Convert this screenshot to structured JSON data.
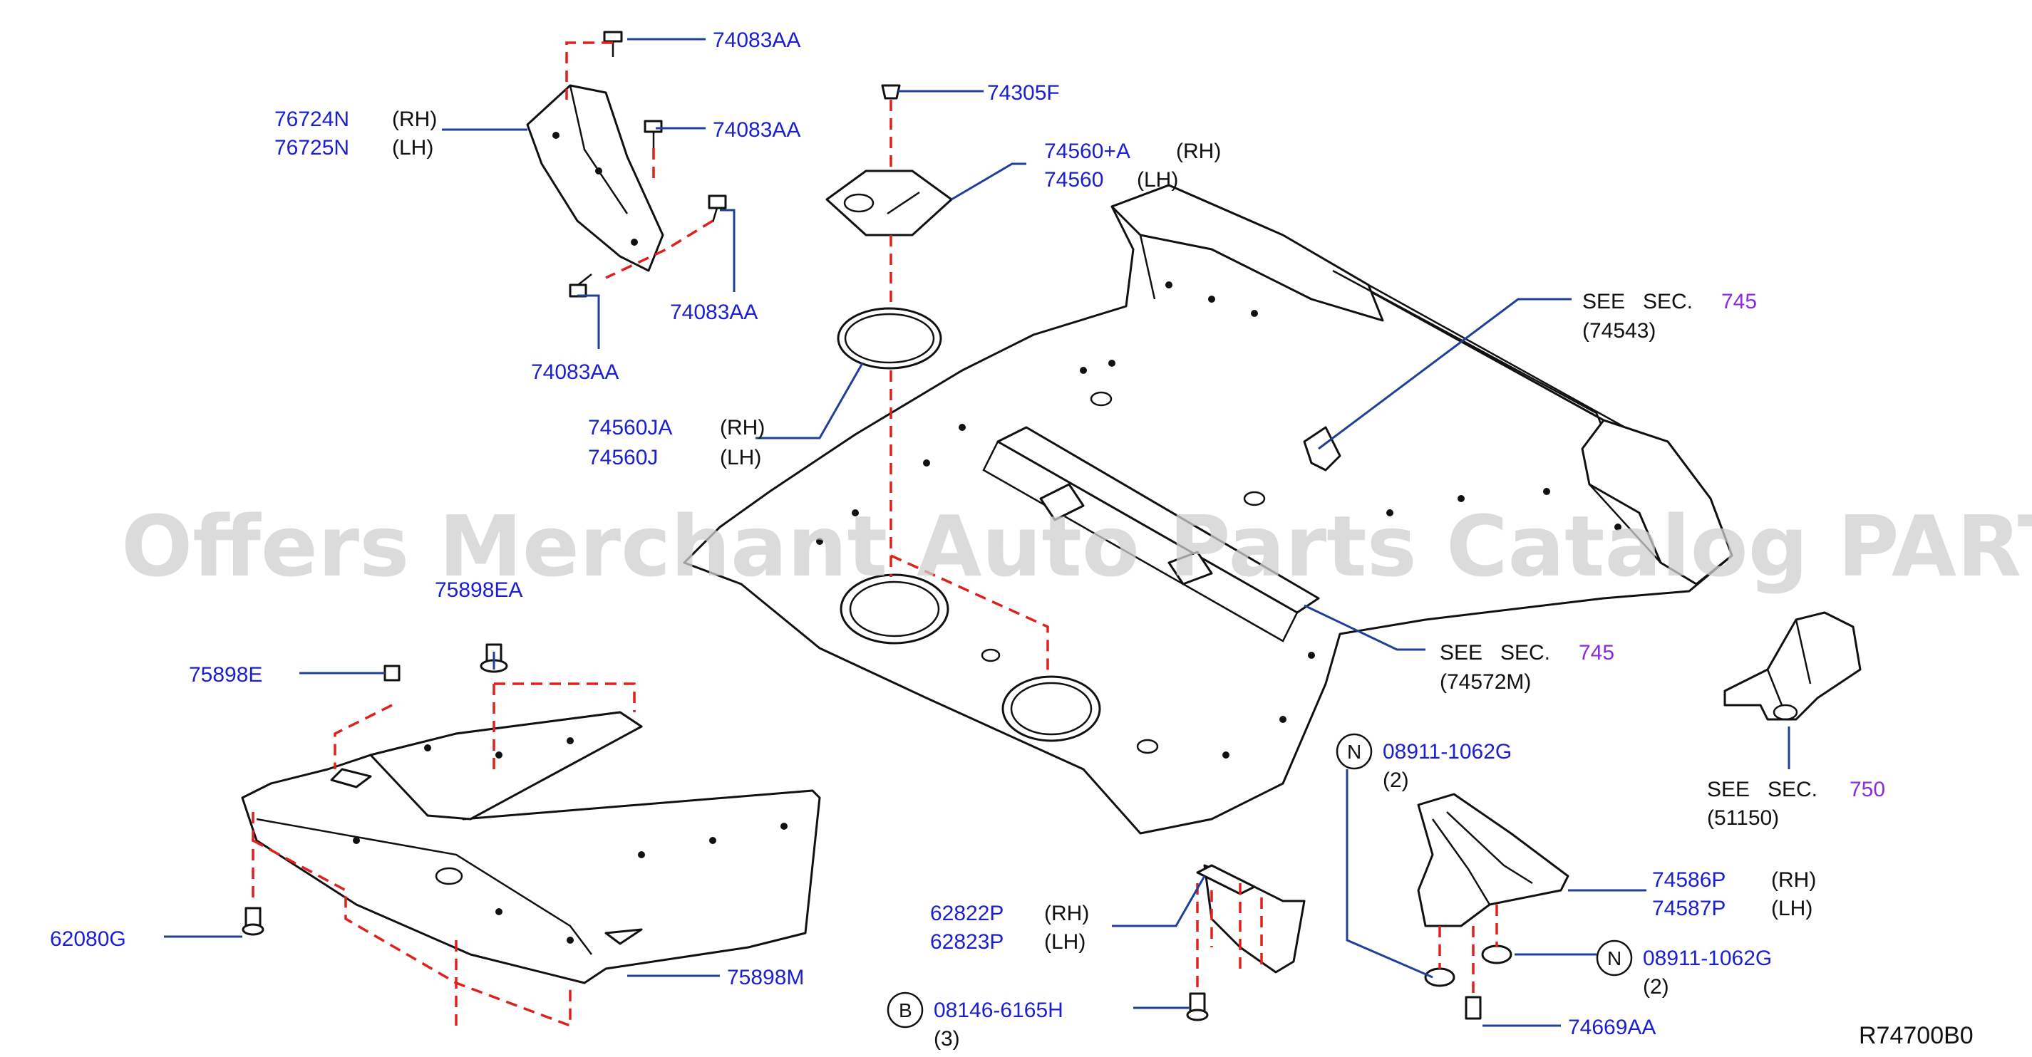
{
  "watermark": "Offers Merchant Auto Parts Catalog PARTSTORE.SA",
  "diagram_ref": "R74700B0",
  "labels": {
    "p74083aa_top": "74083AA",
    "p74083aa_mid": "74083AA",
    "p74083aa_right": "74083AA",
    "p74083aa_left": "74083AA",
    "p76724n": "76724N",
    "p76724n_side": "(RH)",
    "p76725n": "76725N",
    "p76725n_side": "(LH)",
    "p74305f": "74305F",
    "p74560a": "74560+A",
    "p74560a_side": "(RH)",
    "p74560": "74560",
    "p74560_side": "(LH)",
    "p74560ja": "74560JA",
    "p74560ja_side": "(RH)",
    "p74560j": "74560J",
    "p74560j_side": "(LH)",
    "see_sec_1": "SEE",
    "see_sec_1b": "SEC.",
    "see_sec_1_num": "745",
    "see_sec_1_ref": "(74543)",
    "see_sec_2": "SEE",
    "see_sec_2b": "SEC.",
    "see_sec_2_num": "745",
    "see_sec_2_ref": "(74572M)",
    "see_sec_3": "SEE",
    "see_sec_3b": "SEC.",
    "see_sec_3_num": "750",
    "see_sec_3_ref": "(51150)",
    "p75898ea": "75898EA",
    "p75898e": "75898E",
    "p62080g": "62080G",
    "p75898m": "75898M",
    "p62822p": "62822P",
    "p62822p_side": "(RH)",
    "p62823p": "62823P",
    "p62823p_side": "(LH)",
    "b_badge": "B",
    "p08146": "08146-6165H",
    "p08146_qty": "(3)",
    "n_badge_1": "N",
    "p08911_1": "08911-1062G",
    "p08911_1_qty": "(2)",
    "n_badge_2": "N",
    "p08911_2": "08911-1062G",
    "p08911_2_qty": "(2)",
    "p74586p": "74586P",
    "p74586p_side": "(RH)",
    "p74587p": "74587P",
    "p74587p_side": "(LH)",
    "p74669aa": "74669AA"
  },
  "colors": {
    "part_number": "#1a1fcf",
    "section_number": "#8a2be2",
    "leader_line": "#1f3f99",
    "dashed_guide": "#e0201c",
    "outline": "#111111"
  }
}
